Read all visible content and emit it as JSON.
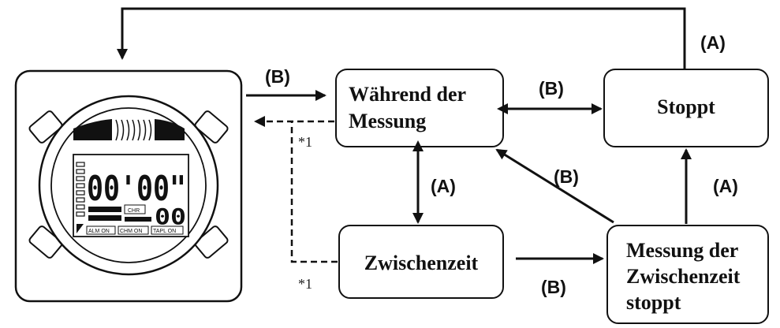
{
  "states": {
    "during": {
      "line1": "Während der",
      "line2": "Messung"
    },
    "stopped": {
      "label": "Stoppt"
    },
    "split": {
      "label": "Zwischenzeit"
    },
    "split_stopped": {
      "line1": "Messung der",
      "line2": "Zwischenzeit",
      "line3": "stoppt"
    }
  },
  "buttons": {
    "a": "(A)",
    "b": "(B)"
  },
  "footnote_marker": "*1",
  "watch": {
    "main_digits": "00'00\"",
    "sub_digits": "00",
    "mode_tag": "CHR",
    "indicators": [
      "ALM ON",
      "CHM ON",
      "TAPL ON"
    ]
  },
  "colors": {
    "line": "#111111",
    "background": "#ffffff"
  }
}
